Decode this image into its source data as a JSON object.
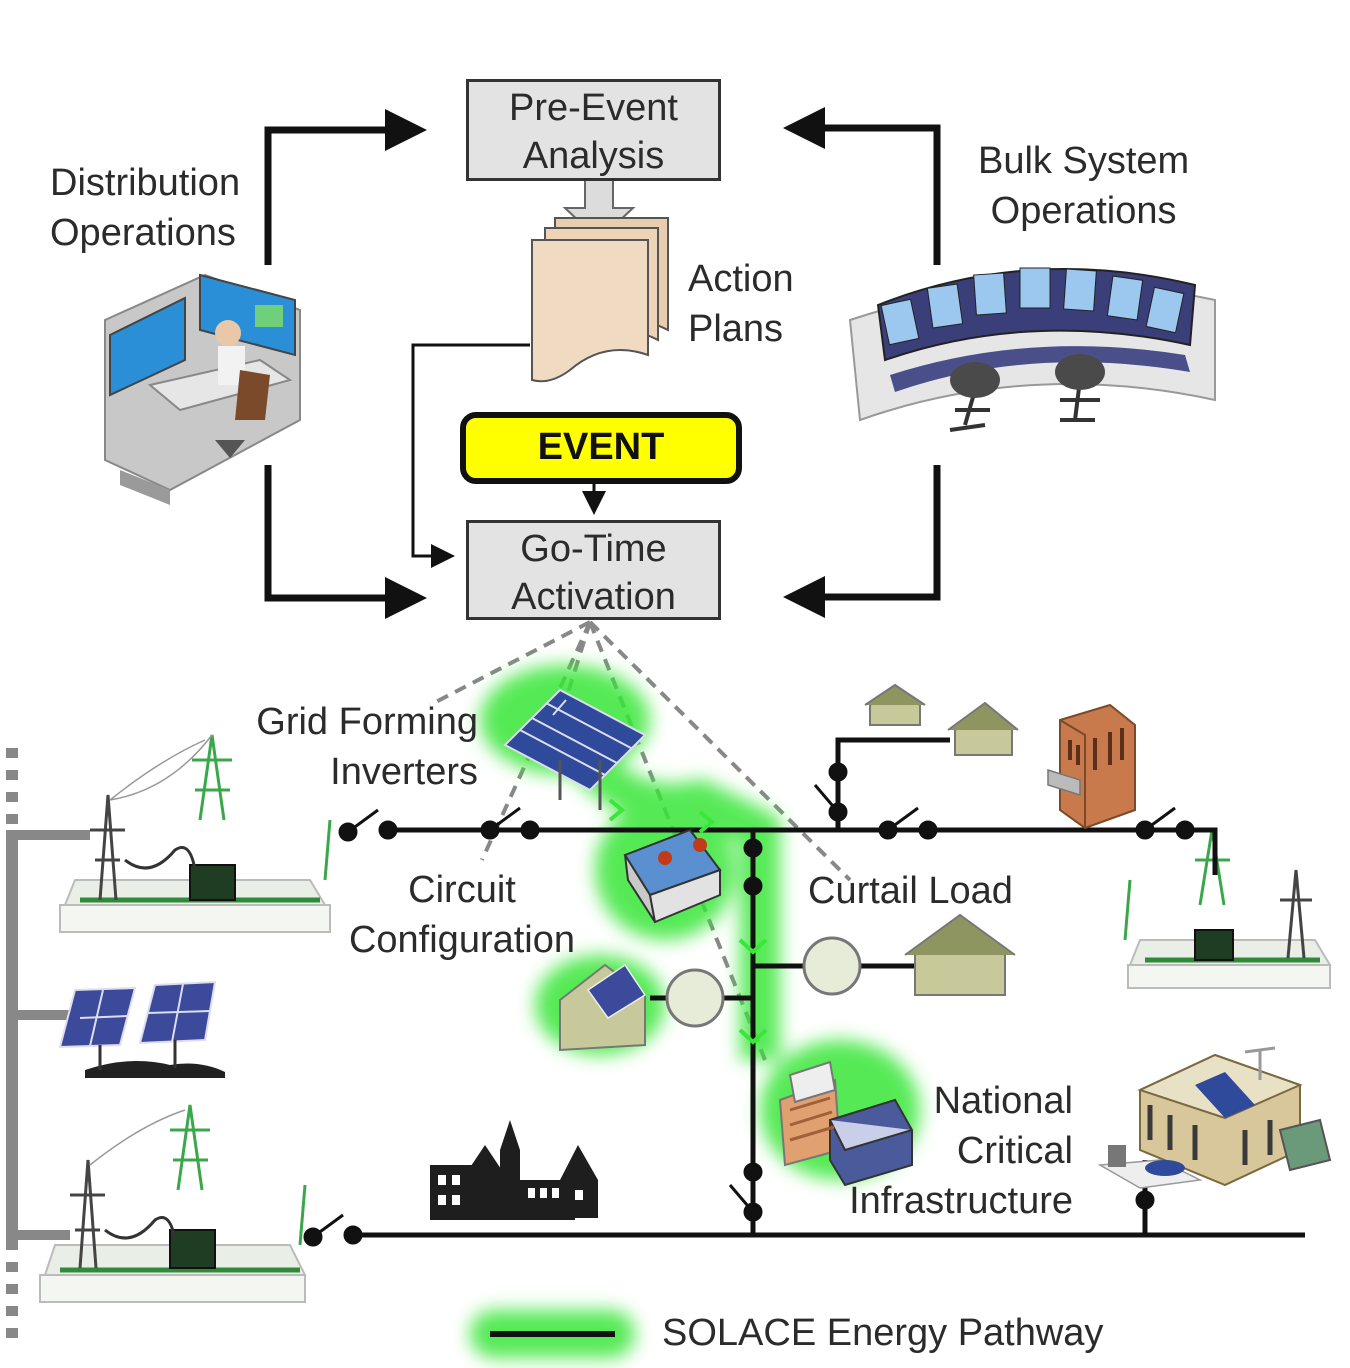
{
  "boxes": {
    "pre_event": [
      "Pre-Event",
      "Analysis"
    ],
    "go_time": [
      "Go-Time",
      "Activation"
    ],
    "event": "EVENT"
  },
  "labels": {
    "distribution_ops": [
      "Distribution",
      "Operations"
    ],
    "bulk_ops": [
      "Bulk System",
      "Operations"
    ],
    "action_plans": [
      "Action",
      "Plans"
    ],
    "grid_forming": [
      "Grid Forming",
      "Inverters"
    ],
    "circuit_config": [
      "Circuit",
      "Configuration"
    ],
    "curtail_load": "Curtail Load",
    "nci": [
      "National",
      "Critical",
      "Infrastructure"
    ]
  },
  "legend": {
    "label": "SOLACE Energy Pathway",
    "glow_color": "#39e639"
  },
  "colors": {
    "box_fill": "#e3e3e3",
    "event_fill": "#ffff00",
    "pathway_glow": "#39e639",
    "tower_green": "#3aa84a",
    "house": "#b7b98a",
    "panel": "#2f4a9a"
  }
}
